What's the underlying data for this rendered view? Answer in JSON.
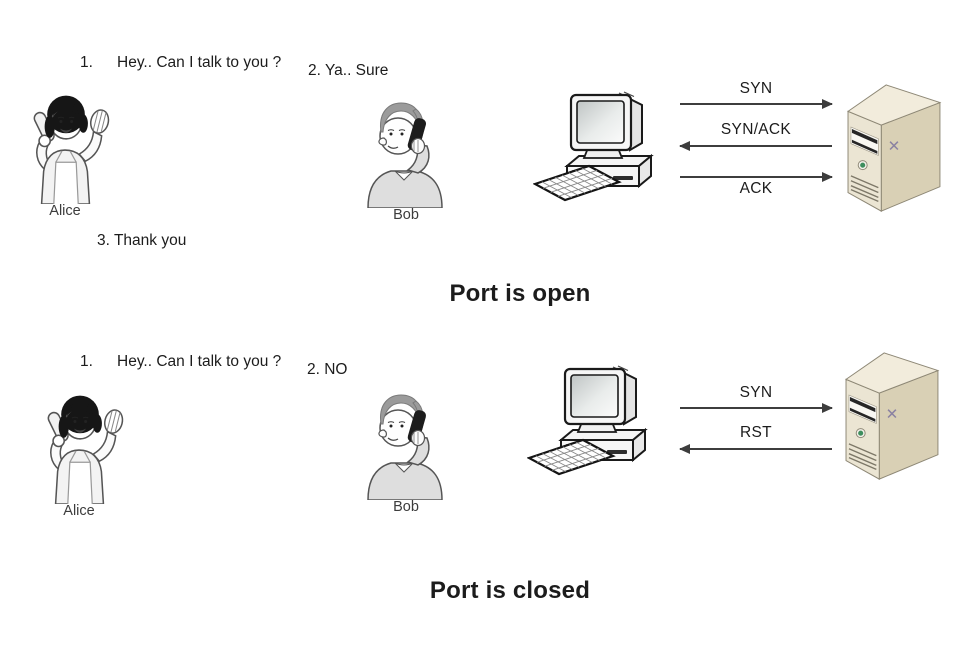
{
  "diagram": {
    "scenes": [
      {
        "id": "port-open",
        "title": "Port is open",
        "dialogue": {
          "step1_number": "1.",
          "step1_text": "Hey.. Can I talk to you ?",
          "step2_text": "2. Ya.. Sure",
          "step3_text": "3. Thank you"
        },
        "caller_label": "Alice",
        "receiver_label": "Bob",
        "packets": [
          {
            "label": "SYN",
            "direction": "right"
          },
          {
            "label": "SYN/ACK",
            "direction": "left"
          },
          {
            "label": "ACK",
            "direction": "right"
          }
        ]
      },
      {
        "id": "port-closed",
        "title": "Port is closed",
        "dialogue": {
          "step1_number": "1.",
          "step1_text": "Hey.. Can I talk to you ?",
          "step2_text": "2. NO"
        },
        "caller_label": "Alice",
        "receiver_label": "Bob",
        "packets": [
          {
            "label": "SYN",
            "direction": "right"
          },
          {
            "label": "RST",
            "direction": "left"
          }
        ]
      }
    ],
    "figures": {
      "caller_icon": "woman-talking-on-phone-waving",
      "receiver_icon": "man-talking-on-phone",
      "client_icon": "desktop-computer",
      "server_icon": "tower-server"
    }
  },
  "colors": {
    "background": "#ffffff",
    "text": "#1c1c1c",
    "arrow": "#3d3d3d",
    "server_front": "#ebe5d3",
    "server_side": "#d9d0b5",
    "server_top": "#f2ecdc",
    "led_green": "#3e8e5e"
  }
}
